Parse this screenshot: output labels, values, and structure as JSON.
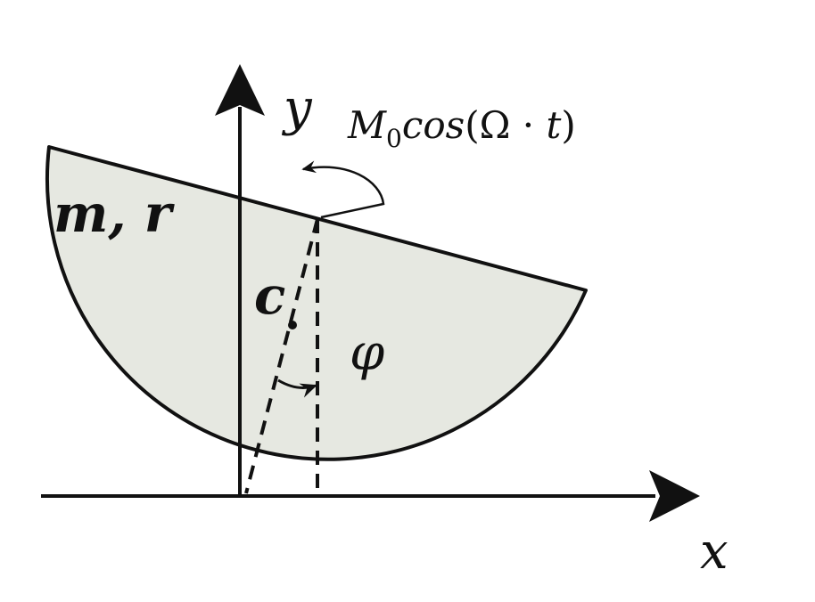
{
  "axes": {
    "x_label": "x",
    "y_label": "y"
  },
  "body": {
    "params_label": "m, r",
    "center_label": "c",
    "angle_label": "φ"
  },
  "moment": {
    "M": "M",
    "sub": "0",
    "func": "cos",
    "open": "(",
    "omega": "Ω",
    "dot": " · ",
    "t": "t",
    "close": ")"
  },
  "colors": {
    "fill": "#e6e8e1",
    "stroke": "#111111"
  }
}
